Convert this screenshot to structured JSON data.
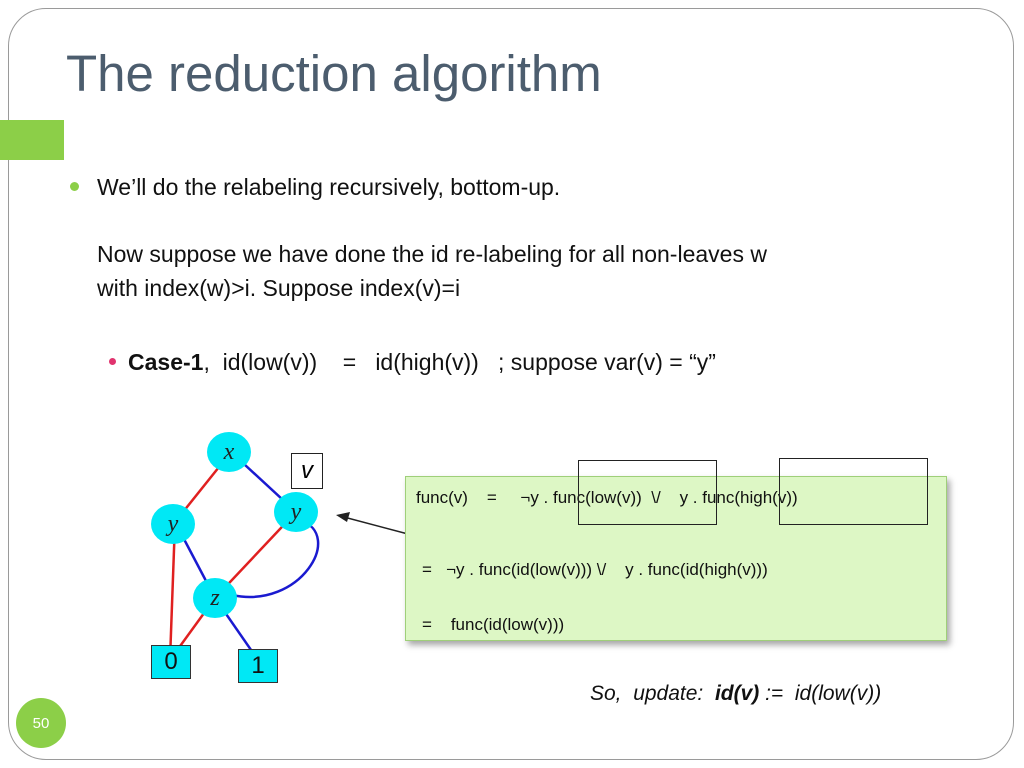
{
  "slide": {
    "title": "The reduction algorithm",
    "number": "50"
  },
  "bullets": {
    "main_line1": "We’ll do the relabeling recursively, bottom-up.",
    "main_line2": "Now suppose we have done the id re-labeling for all non-leaves w",
    "main_line3": "with index(w)>i.  Suppose index(v)=i",
    "sub_bold": "Case-1",
    "sub_rest": ",  id(low(v))    =   id(high(v))   ; suppose var(v) = “y”"
  },
  "graph": {
    "nodes": {
      "x": "x",
      "y_left": "y",
      "y_right": "y",
      "z": "z"
    },
    "leaves": {
      "zero": "0",
      "one": "1"
    },
    "v_label": "v"
  },
  "formula": {
    "line1_a": "func(v)    =     ",
    "line1_neg": "¬",
    "line1_b": "y . func(low(v))  \\/    y . func(high(v))",
    "line2_a": "=   ",
    "line2_neg": "¬",
    "line2_b": "y . func(id(low(v))) \\/    y . func(id(high(v)))",
    "line3": "=    func(id(low(v)))"
  },
  "conclusion": {
    "prefix": "So,  update:  ",
    "bold": "id(v)",
    "suffix": " :=  id(low(v))"
  },
  "colors": {
    "title": "#4c5d6e",
    "accent": "#8ccf48",
    "main_bullet": "#8ccf48",
    "sub_bullet": "#e0336e",
    "node_fill": "#00e8f5",
    "edge_low": "#e02020",
    "edge_high": "#1a1ad0",
    "formula_bg": "#ddf7c5"
  }
}
